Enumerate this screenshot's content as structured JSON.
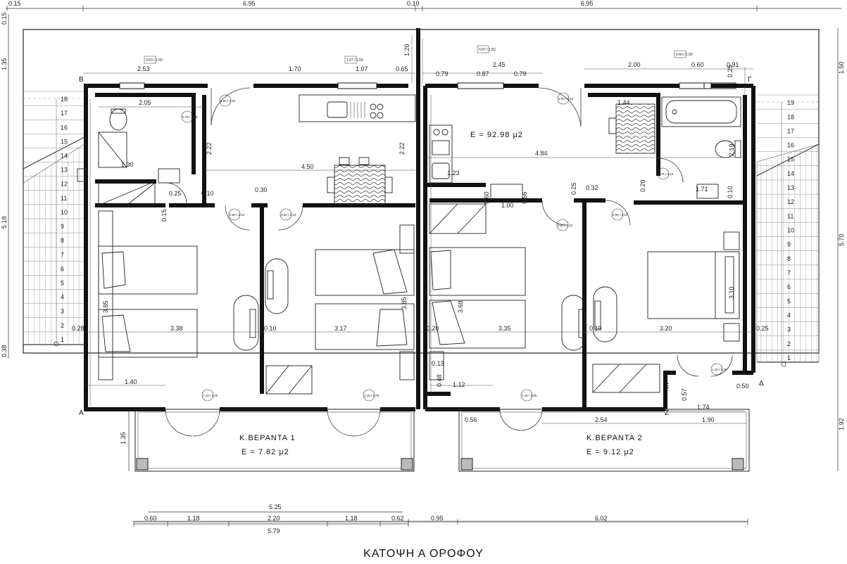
{
  "drawing": {
    "title": "ΚΑΤΟΨΗ Α ΟΡΟΦΟΥ",
    "total_area": "Ε = 92.98 μ2"
  },
  "verandas": [
    {
      "name": "Κ.ΒΕΡΑΝΤΑ 1",
      "area": "Ε = 7.82 μ2"
    },
    {
      "name": "Κ.ΒΕΡΑΝΤΑ 2",
      "area": "Ε = 9.12 μ2"
    }
  ],
  "dimensions": {
    "top": [
      "0.15",
      "6.95",
      "0.10",
      "6.95"
    ],
    "upper_left": [
      "2.53",
      "1.70",
      "1.07",
      "0.65",
      "2.05"
    ],
    "upper_right": [
      "2.45",
      "0.79",
      "0.87",
      "0.79",
      "2.00",
      "0.60",
      "0.91",
      "1.44"
    ],
    "interior": [
      "2.22",
      "2.22",
      "4.50",
      "4.84",
      "1.30",
      "1.23",
      "1.00",
      "0.30",
      "0.32",
      "0.10",
      "0.20",
      "0.25",
      "0.25",
      "0.60",
      "0.56",
      "0.15",
      "0.10",
      "2.19",
      "1.71",
      "1.20",
      "0.25"
    ],
    "rooms": [
      "3.38",
      "3.17",
      "3.35",
      "3.20",
      "3.85",
      "3.85",
      "3.68",
      "3.10",
      "1.40",
      "1.12",
      "0.10",
      "0.20",
      "0.10",
      "0.28",
      "0.25",
      "0.13",
      "0.48",
      "0.57",
      "0.50",
      "1.74",
      "1.90",
      "2.54",
      "0.56"
    ],
    "bottom": [
      "5.25",
      "0.60",
      "1.18",
      "2.20",
      "1.18",
      "0.62",
      "5.79",
      "0.95",
      "6.02"
    ],
    "left_side": [
      "0.15",
      "1.35",
      "5.18",
      "0.38",
      "1.35"
    ],
    "right_side": [
      "1.50",
      "5.70",
      "1.92"
    ]
  },
  "stairs_left": [
    "18",
    "17",
    "16",
    "15",
    "14",
    "13",
    "12",
    "11",
    "10",
    "9",
    "8",
    "7",
    "6",
    "5",
    "4",
    "3",
    "2",
    "1"
  ],
  "stairs_right": [
    "19",
    "18",
    "17",
    "16",
    "15",
    "14",
    "13",
    "12",
    "11",
    "10",
    "9",
    "8",
    "7",
    "6",
    "5",
    "4",
    "3",
    "2",
    "1"
  ],
  "corner_marks": [
    "Β",
    "Γ",
    "Α",
    "Δ",
    "Ε",
    "Ζ"
  ],
  "window_tags": [
    "0.60 / 1.50",
    "1.07 / 1.50",
    "0.87 / 1.50",
    "0.60 / 1.50"
  ],
  "door_tags": [
    "1.00 / 2.10",
    "0.75 / 2.10",
    "0.80 / 2.10",
    "0.80 / 2.10",
    "0.80 / 2.10",
    "0.80 / 2.10",
    "0.75 / 2.10",
    "1.00 / 2.10",
    "1.18 / 2.25",
    "1.18 / 2.25",
    "1.18 / 2.25",
    "1.18 / 2.25"
  ]
}
